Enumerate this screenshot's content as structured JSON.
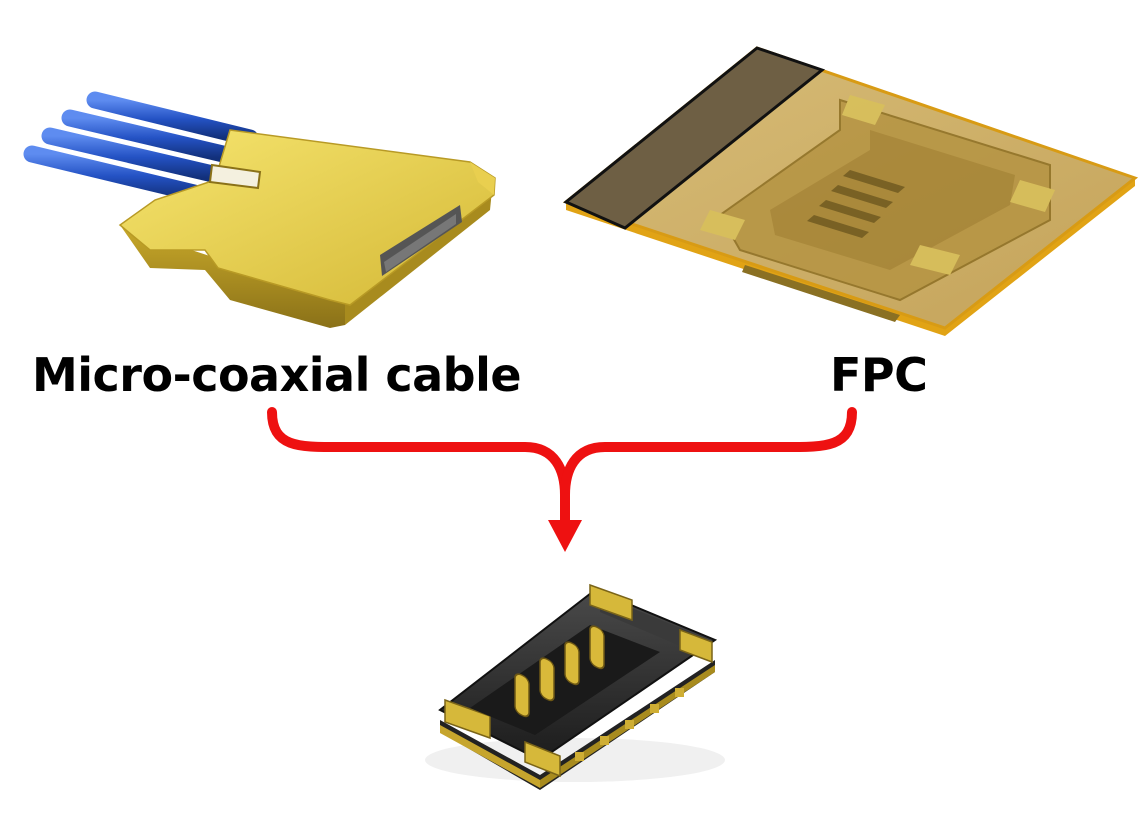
{
  "labels": {
    "cable": "Micro-coaxial cable",
    "fpc": "FPC"
  },
  "colors": {
    "arrow": "#ee1111",
    "gold": "#d9bf3a",
    "gold_dark": "#9c8420",
    "gold_light": "#f2de6a",
    "cable_blue": "#1f4fb8",
    "connector_black": "#2b2b2b",
    "fpc_film": "#c9a95c",
    "fpc_stiffener": "#6e5f44"
  },
  "icons": [
    "micro-coaxial-cable-plug-illustration",
    "fpc-plug-illustration",
    "board-receptacle-connector-illustration",
    "merge-arrow"
  ]
}
